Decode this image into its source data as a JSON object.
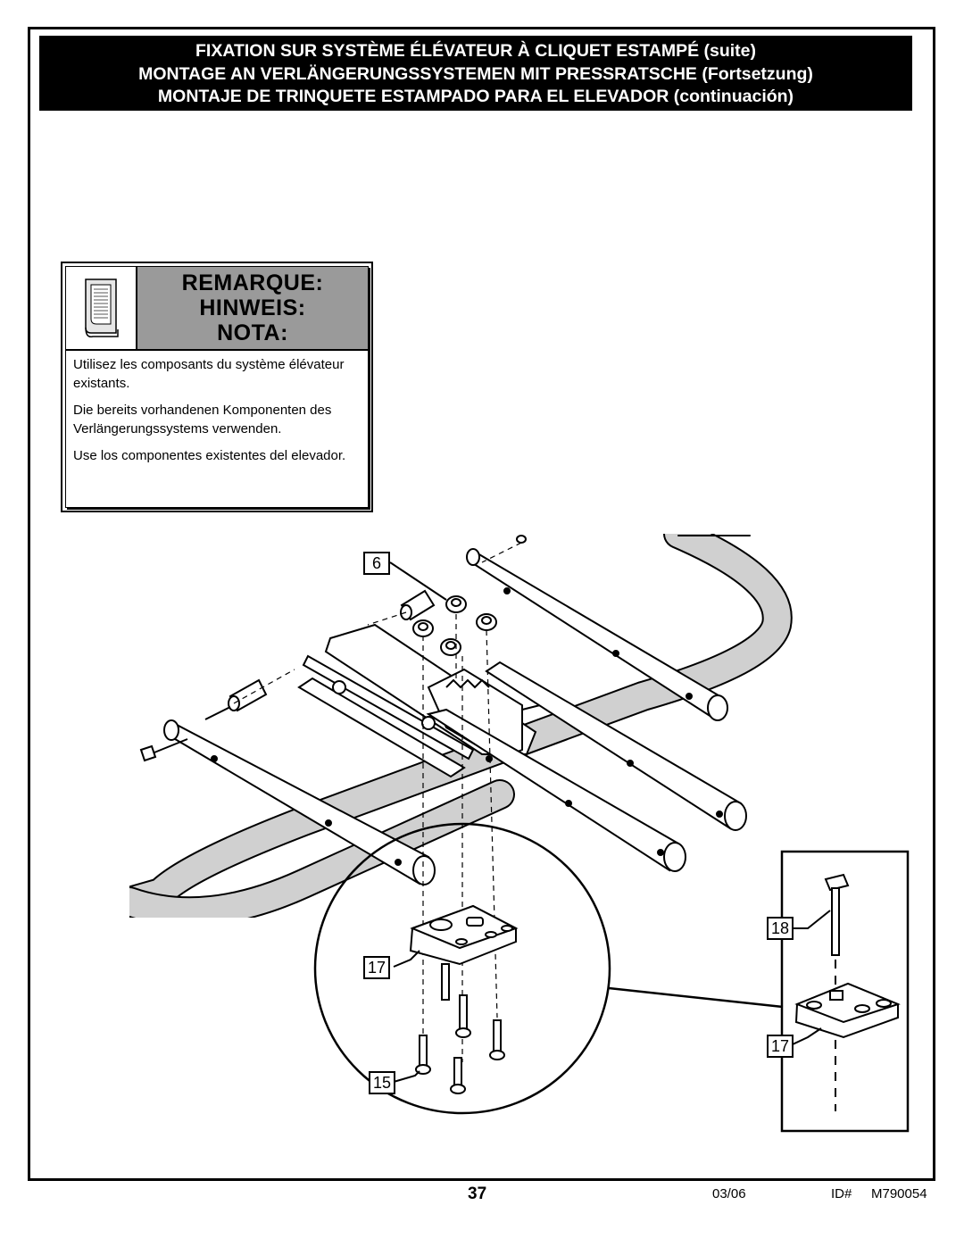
{
  "header": {
    "line_fr": "FIXATION SUR SYSTÈME ÉLÉVATEUR À CLIQUET ESTAMPÉ (suite)",
    "line_de": "MONTAGE AN VERLÄNGERUNGSSYSTEMEN MIT PRESSRATSCHE (Fortsetzung)",
    "line_es": "MONTAJE DE TRINQUETE ESTAMPADO PARA EL ELEVADOR (continuación)"
  },
  "note": {
    "icon": "note-page-icon",
    "title_fr": "REMARQUE:",
    "title_de": "HINWEIS:",
    "title_es": "NOTA:",
    "text_fr": "Utilisez les composants du système élévateur existants.",
    "text_de": "Die bereits vorhandenen Komponenten des Verlängerungssystems verwenden.",
    "text_es": "Use los componentes existentes del elevador."
  },
  "callouts": {
    "part_6": "6",
    "part_17_main": "17",
    "part_15": "15",
    "part_18": "18",
    "part_17_inset": "17"
  },
  "footer": {
    "page_number": "37",
    "date": "03/06",
    "id_label": "ID#",
    "id_value": "M790054"
  },
  "colors": {
    "header_bg": "#000000",
    "header_text": "#ffffff",
    "note_head_bg": "#9a9a9a",
    "frame_tube": "#d0d0d0"
  }
}
